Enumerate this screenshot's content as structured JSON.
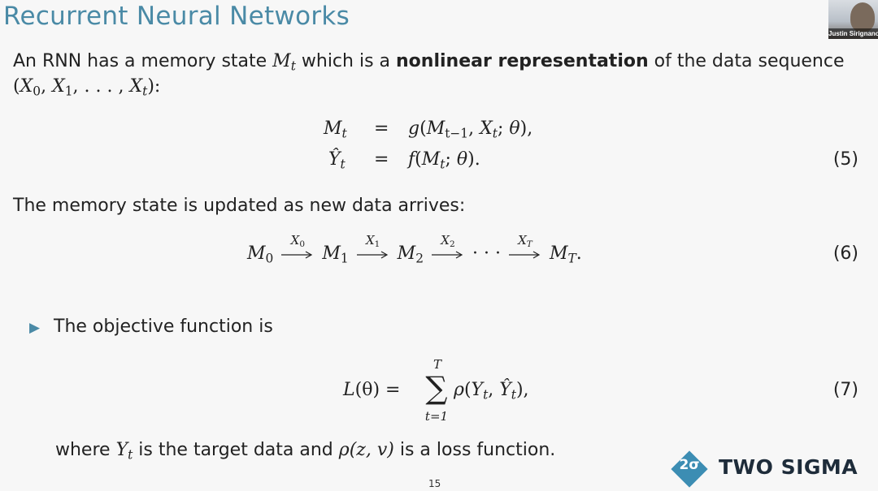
{
  "slide": {
    "title": "Recurrent Neural Networks",
    "page_number": "15"
  },
  "webcam": {
    "participant_name": "Justin Sirignano"
  },
  "intro": {
    "text_1": "An RNN has a memory state ",
    "sym_M": "M",
    "sub_t": "t",
    "text_2": " which is a ",
    "bold": "nonlinear representation",
    "text_3": " of the data sequence",
    "seq_open": "(",
    "X0": "X",
    "s0": "0",
    "comma1": ", ",
    "X1": "X",
    "s1": "1",
    "dots": ", . . . , ",
    "Xt": "X",
    "st": "t",
    "seq_close": "):"
  },
  "eq5": {
    "l1_lhs": "M",
    "l1_lhs_sub": "t",
    "l1_eq": "=",
    "l1_rhs_a": "g",
    "l1_rhs_b": "(",
    "l1_rhs_M": "M",
    "l1_rhs_sub1": "t−1",
    "l1_rhs_c": ", ",
    "l1_rhs_X": "X",
    "l1_rhs_sub2": "t",
    "l1_rhs_d": "; ",
    "l1_rhs_theta": "θ",
    "l1_rhs_e": "),",
    "l2_lhs": "Ŷ",
    "l2_lhs_sub": "t",
    "l2_eq": "=",
    "l2_rhs_f": "f",
    "l2_rhs_a": "(",
    "l2_rhs_M": "M",
    "l2_rhs_sub": "t",
    "l2_rhs_b": "; ",
    "l2_rhs_theta": "θ",
    "l2_rhs_c": ").",
    "number": "(5)"
  },
  "update_text": "The memory state is updated as new data arrives:",
  "eq6": {
    "M": "M",
    "s0": "0",
    "a0_X": "X",
    "a0_s": "0",
    "s1": "1",
    "a1_X": "X",
    "a1_s": "1",
    "s2": "2",
    "a2_X": "X",
    "a2_s": "2",
    "dots": "· · ·",
    "aT_X": "X",
    "aT_s": "T",
    "sT": "T",
    "end": ".",
    "number": "(6)"
  },
  "bullet": {
    "text": "The objective function is"
  },
  "eq7": {
    "lhs": "L",
    "lhs_arg": "(θ) =",
    "sum_sym": "∑",
    "upper": "T",
    "lower": "t=1",
    "rho": "ρ",
    "open": "(",
    "Y": "Y",
    "Y_sub": "t",
    "comma": ", ",
    "Yhat": "Ŷ",
    "Yhat_sub": "t",
    "close": "),",
    "number": "(7)"
  },
  "footer": {
    "text_1": "where ",
    "Y": "Y",
    "Y_sub": "t",
    "text_2": " is the target data and ",
    "rho": "ρ",
    "rho_args": "(z, v)",
    "text_3": " is a loss function."
  },
  "logo": {
    "symbol": "2σ",
    "wordmark": "TWO SIGMA",
    "color": "#3c8db3"
  },
  "colors": {
    "title": "#4a8aa6",
    "bullet": "#4a8aa6",
    "background": "#f7f7f7"
  }
}
